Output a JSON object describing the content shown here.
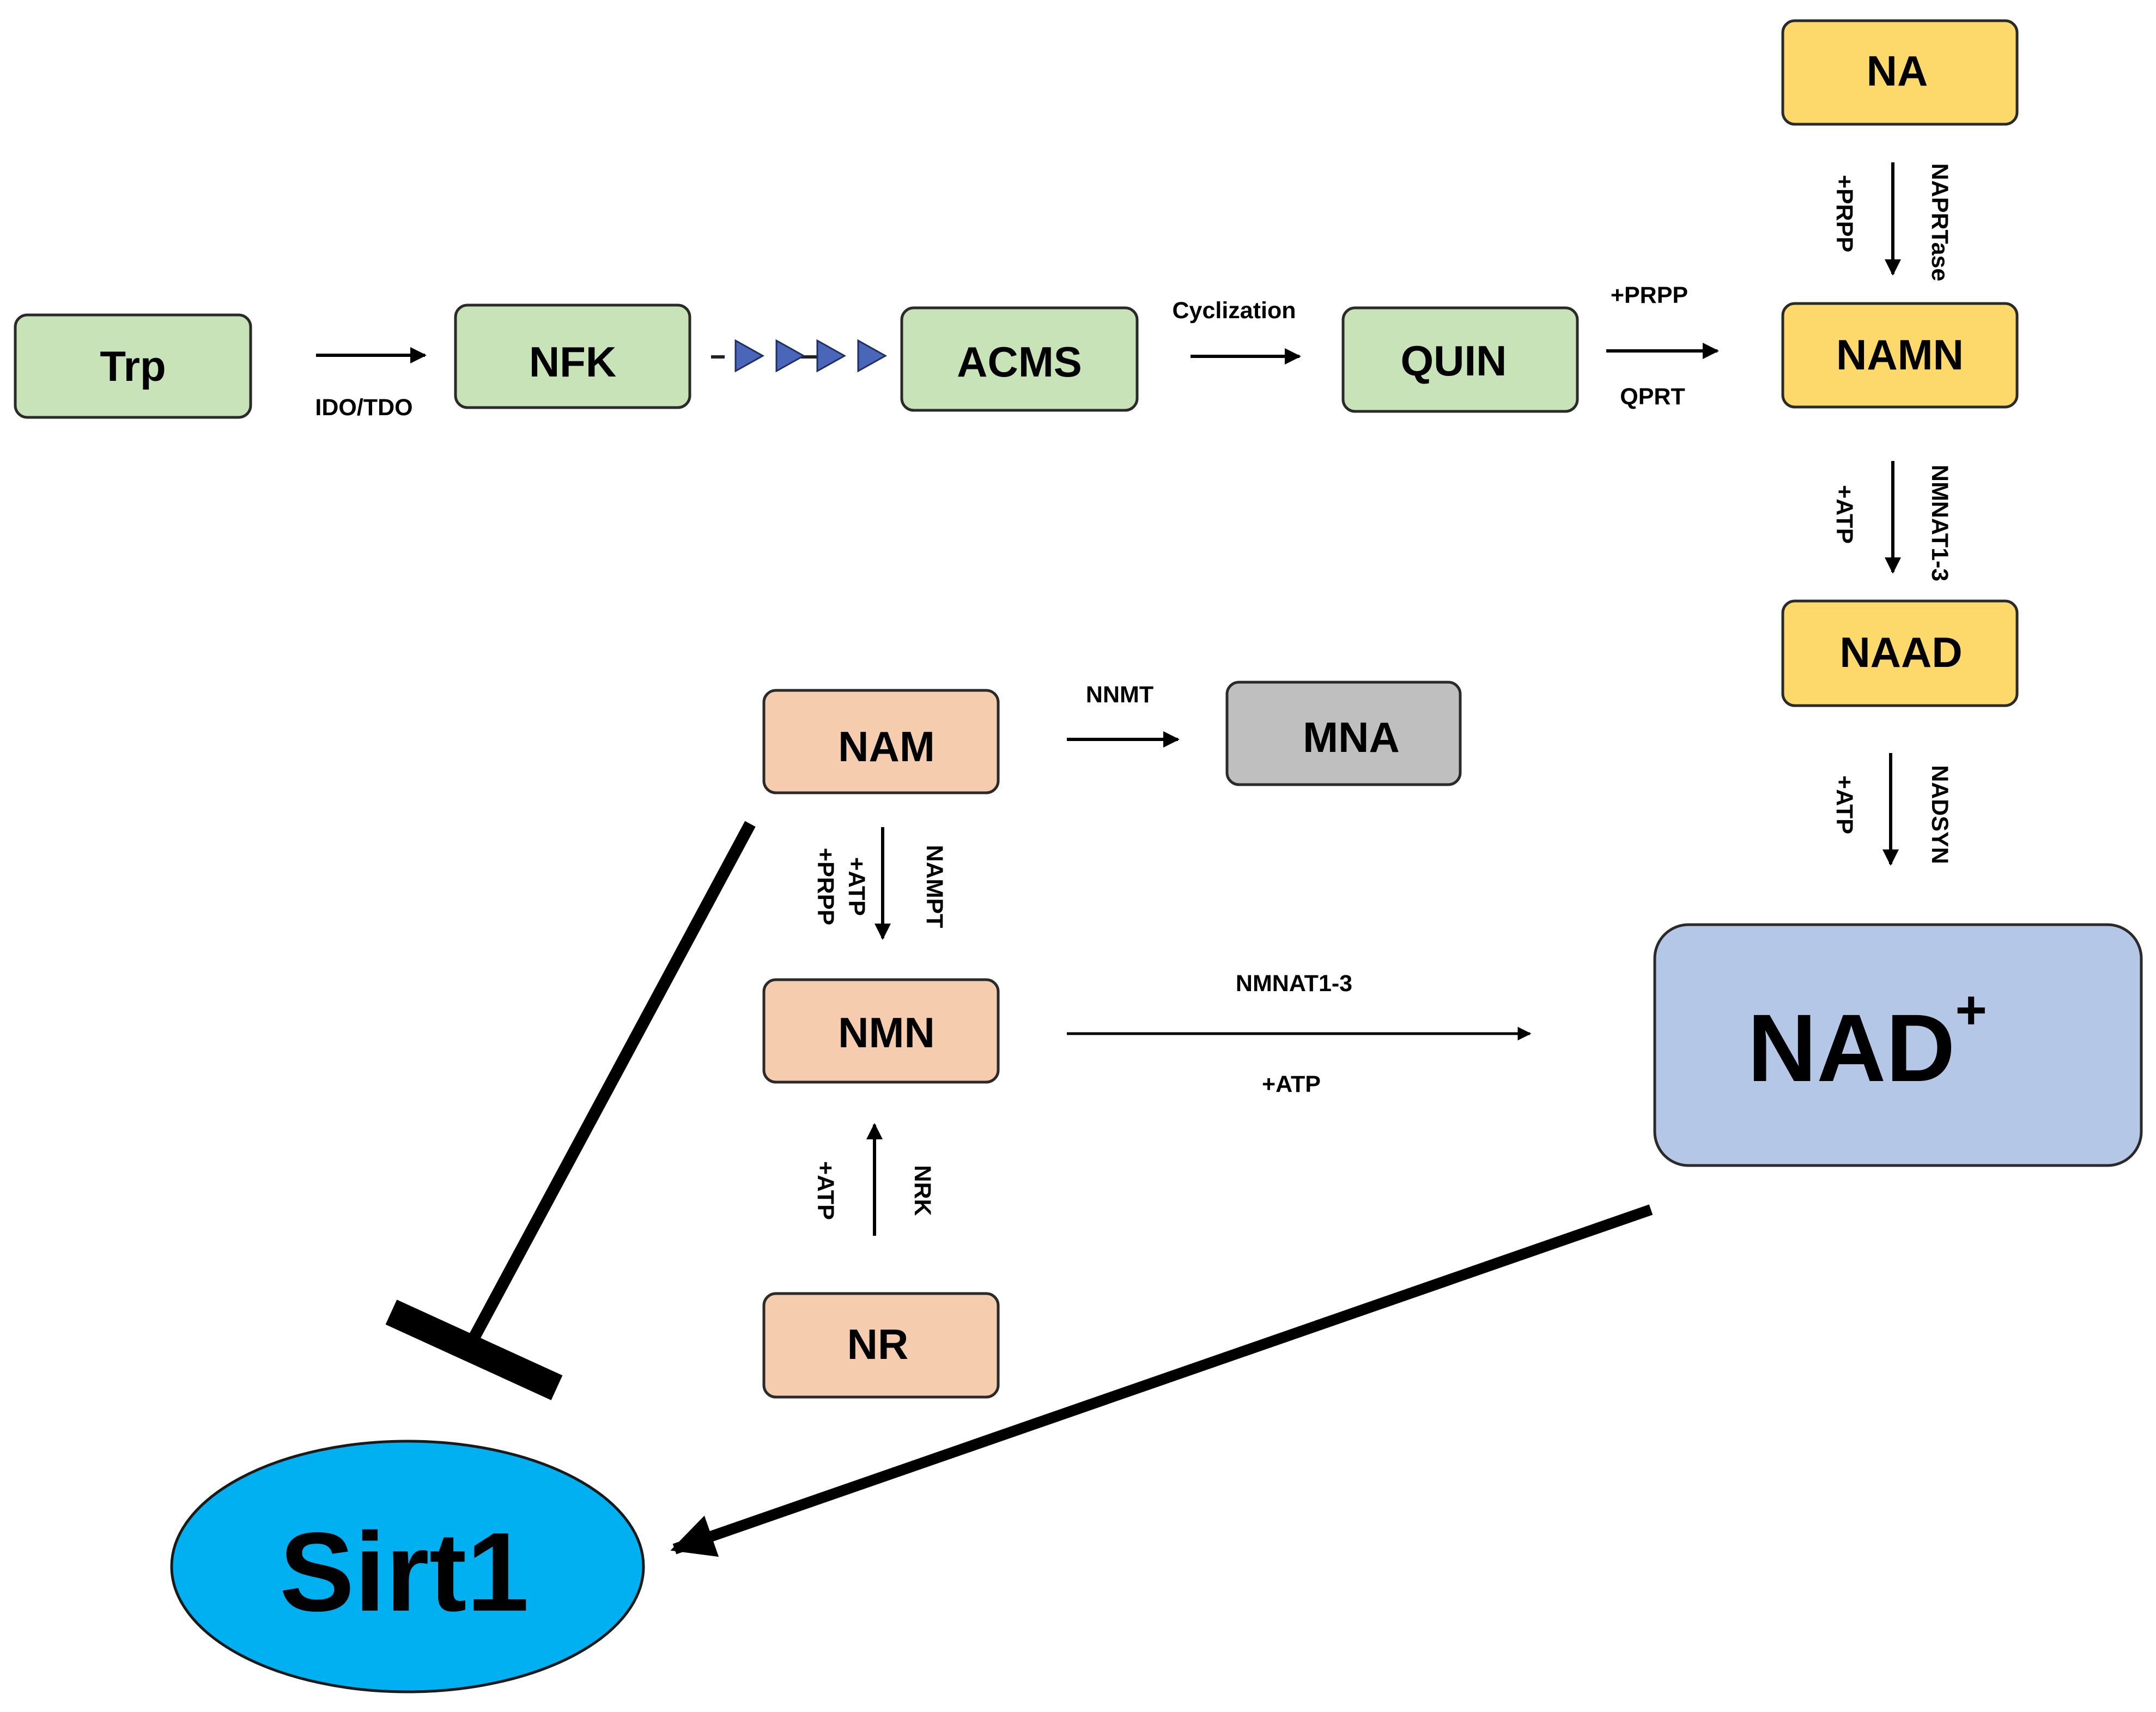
{
  "colors": {
    "green_fill": "#c9e3b8",
    "yellow_fill": "#fdd86b",
    "peach_fill": "#f6ccae",
    "gray_fill": "#bfbfbf",
    "nad_fill": "#b4c7e7",
    "sirt_fill": "#00b0f0",
    "stroke": "#2a2a2a",
    "dash_arrow": "#4a66b8"
  },
  "nodes": {
    "trp": "Trp",
    "nfk": "NFK",
    "acms": "ACMS",
    "quin": "QUIN",
    "na": "NA",
    "namn": "NAMN",
    "naad": "NAAD",
    "nam": "NAM",
    "mna": "MNA",
    "nmn": "NMN",
    "nr": "NR",
    "nad": "NAD",
    "nad_sup": "+",
    "sirt1": "Sirt1"
  },
  "edge_labels": {
    "ido_tdo": "IDO/TDO",
    "cyclization": "Cyclization",
    "quin_prpp": "+PRPP",
    "qprt": "QPRT",
    "na_prpp": "+PRPP",
    "naprtase": "NAPRTase",
    "namn_atp": "+ATP",
    "nmnat_namn": "NMNAT1-3",
    "naad_atp": "+ATP",
    "nadsyn": "NADSYN",
    "nnmt": "NNMT",
    "nam_atp": "+ATP",
    "nam_prpp": "+PRPP",
    "nampt": "NAMPT",
    "nmnat_nmn": "NMNAT1-3",
    "nmn_atp": "+ATP",
    "nr_atp": "+ATP",
    "nrk": "NRK"
  }
}
